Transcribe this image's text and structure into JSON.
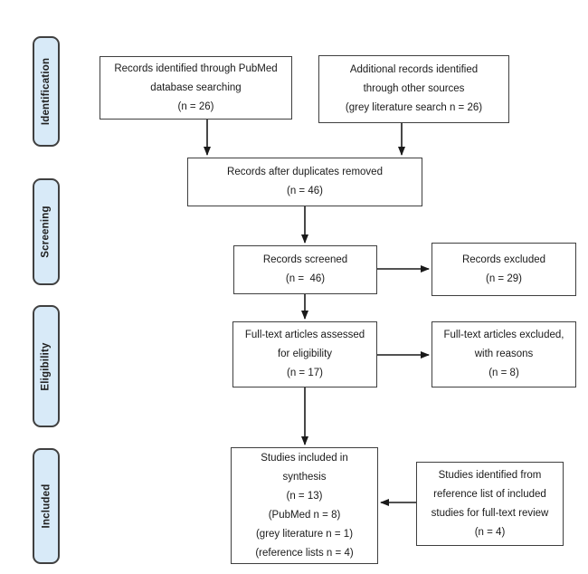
{
  "stages": [
    {
      "label": "Identification"
    },
    {
      "label": "Screening"
    },
    {
      "label": "Eligibility"
    },
    {
      "label": "Included"
    }
  ],
  "boxes": {
    "pubmed": {
      "lines": [
        "Records identified through PubMed",
        "database searching",
        "(n = 26)"
      ]
    },
    "other_sources": {
      "lines": [
        "Additional records identified",
        "through other sources",
        "(grey literature search n = 26)"
      ]
    },
    "duplicates_removed": {
      "lines": [
        "Records after duplicates removed",
        "(n = 46)"
      ]
    },
    "screened": {
      "lines": [
        "Records screened",
        "(n =  46)"
      ]
    },
    "records_excluded": {
      "lines": [
        "Records excluded",
        "(n = 29)"
      ]
    },
    "fulltext_assessed": {
      "lines": [
        "Full-text articles assessed",
        "for eligibility",
        "(n = 17)"
      ]
    },
    "fulltext_excluded": {
      "lines": [
        "Full-text articles excluded,",
        "with reasons",
        "(n = 8)"
      ]
    },
    "included_synthesis": {
      "lines": [
        "Studies included in",
        "synthesis",
        "(n = 13)",
        "(PubMed n = 8)",
        "(grey literature n = 1)",
        "(reference lists n = 4)"
      ]
    },
    "reference_list": {
      "lines": [
        "Studies identified from",
        "reference list of included",
        "studies for full-text review",
        "(n = 4)"
      ]
    }
  },
  "connections": [
    {
      "from": "pubmed",
      "to": "duplicates_removed"
    },
    {
      "from": "other_sources",
      "to": "duplicates_removed"
    },
    {
      "from": "duplicates_removed",
      "to": "screened"
    },
    {
      "from": "screened",
      "to": "records_excluded"
    },
    {
      "from": "screened",
      "to": "fulltext_assessed"
    },
    {
      "from": "fulltext_assessed",
      "to": "fulltext_excluded"
    },
    {
      "from": "fulltext_assessed",
      "to": "included_synthesis"
    },
    {
      "from": "reference_list",
      "to": "included_synthesis"
    }
  ],
  "colors": {
    "stage_fill": "#d8eaf8",
    "stage_border": "#404040",
    "box_border": "#3f3f3f",
    "arrow_color": "#1a1a1a"
  }
}
